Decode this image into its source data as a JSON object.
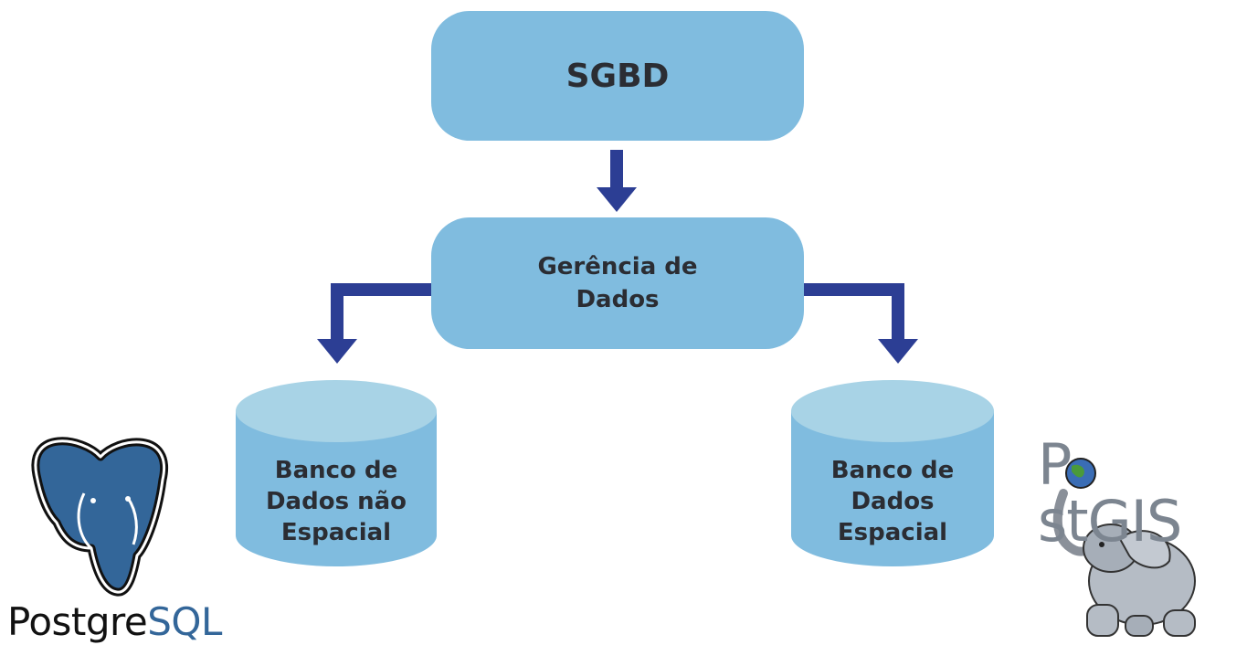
{
  "diagram": {
    "top_node": {
      "label": "SGBD"
    },
    "middle_node": {
      "label": "Gerência de\nDados"
    },
    "left_db": {
      "label": "Banco de\nDados não\nEspacial"
    },
    "right_db": {
      "label": "Banco de\nDados\nEspacial"
    }
  },
  "logos": {
    "postgresql": {
      "text_part1": "Postgre",
      "text_part2": "SQL",
      "icon": "elephant-head-icon"
    },
    "postgis": {
      "text_part1": "P",
      "text_part2": "stGIS",
      "icon": "elephant-globe-icon"
    }
  },
  "colors": {
    "box_fill": "#80bcdf",
    "cylinder_top": "#a8d3e6",
    "arrow": "#2c3e94",
    "postgres_blue": "#336699",
    "postgis_gray": "#7c8590"
  }
}
